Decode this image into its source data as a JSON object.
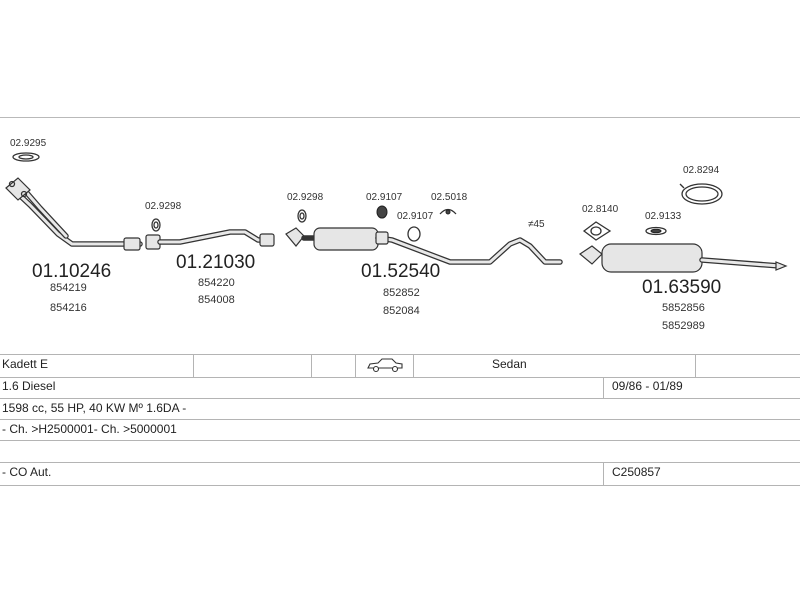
{
  "parts": {
    "hw_top_left": "02.9295",
    "front_pipe": {
      "code": "01.10246",
      "refs": [
        "854219",
        "854216"
      ]
    },
    "hw_mid_1": "02.9298",
    "intermediate_pipe": {
      "code": "01.21030",
      "refs": [
        "854220",
        "854008"
      ]
    },
    "hw_center_1": "02.9298",
    "hw_center_2": "02.9107",
    "hw_center_3": "02.5018",
    "hw_center_4": "02.9107",
    "angle_label": "≠45",
    "middle_silencer": {
      "code": "01.52540",
      "refs": [
        "852852",
        "852084"
      ]
    },
    "hw_right_1": "02.8294",
    "hw_right_2": "02.8140",
    "hw_right_3": "02.9133",
    "rear_silencer": {
      "code": "01.63590",
      "refs": [
        "5852856",
        "5852989"
      ]
    }
  },
  "vehicle": {
    "model": "Kadett E",
    "body": "Sedan",
    "engine": "1.6 Diesel",
    "years": "09/86 - 01/89",
    "specs": "1598 cc, 55 HP, 40 KW Mº 1.6DA -",
    "chassis": "- Ch. >H2500001- Ch. >5000001",
    "note": "- CO Aut.",
    "ref": "C250857"
  }
}
